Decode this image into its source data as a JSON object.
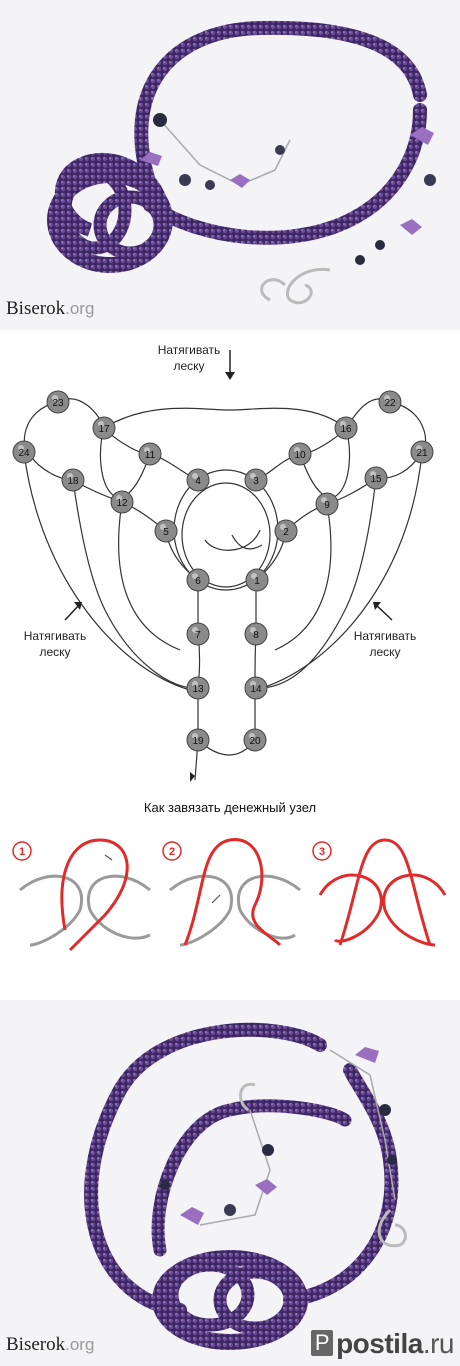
{
  "watermark": {
    "name": "Biserok",
    "tld": ".org"
  },
  "diagram": {
    "pull_top": [
      "Натягивать",
      "леску"
    ],
    "pull_left": [
      "Натягивать",
      "леску"
    ],
    "pull_right": [
      "Натягивать",
      "леску"
    ],
    "beads": [
      "1",
      "2",
      "3",
      "4",
      "5",
      "6",
      "7",
      "8",
      "9",
      "10",
      "11",
      "12",
      "13",
      "14",
      "15",
      "16",
      "17",
      "18",
      "19",
      "20",
      "21",
      "22",
      "23",
      "24"
    ]
  },
  "knot": {
    "title": "Как завязать денежный узел",
    "steps": [
      "1",
      "2",
      "3"
    ]
  },
  "site_brand": {
    "name": "postila",
    "tld": ".ru"
  },
  "colors": {
    "bead_purple": "#4a2f6e",
    "knot_red": "#e02b2b",
    "knot_gray": "#9a9a9a",
    "amethyst": "#9b6fc0"
  }
}
